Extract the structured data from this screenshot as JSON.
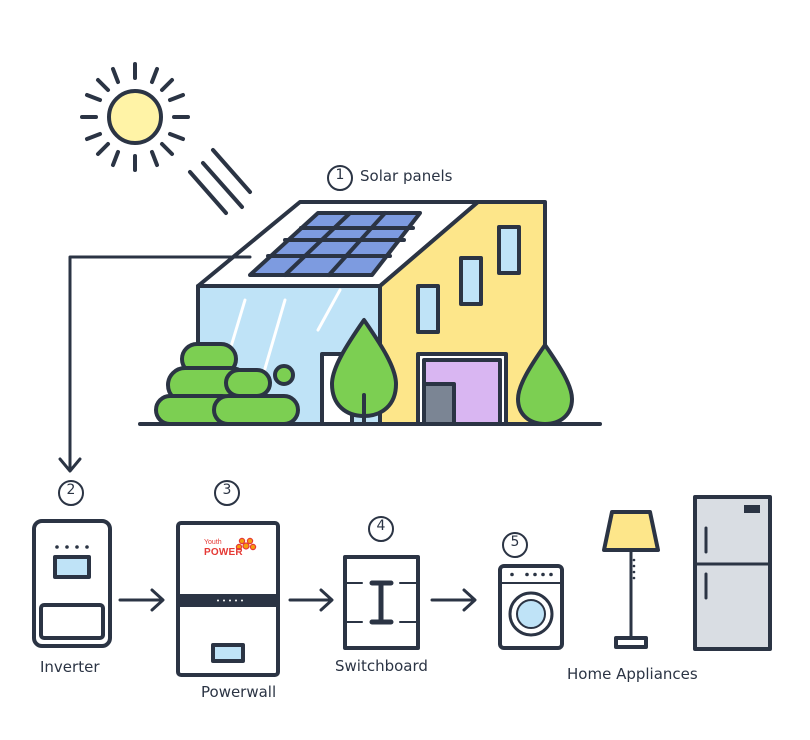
{
  "steps": [
    {
      "num": "1",
      "label": "Solar panels"
    },
    {
      "num": "2",
      "label": "Inverter"
    },
    {
      "num": "3",
      "label": "Powerwall"
    },
    {
      "num": "4",
      "label": "Switchboard"
    },
    {
      "num": "5",
      "label": "Home Appliances"
    }
  ],
  "brand": {
    "line1": "Youth",
    "line2": "POWER"
  },
  "colors": {
    "outline": "#2b3444",
    "sun": "#fff3a6",
    "house_wall_yellow": "#fde68a",
    "house_wall_blue": "#bfe3f7",
    "panel": "#7d9be0",
    "tree_green": "#7ccf52",
    "door_purple": "#d9b6f2",
    "brand_red": "#e53935",
    "screen_blue": "#bfe3f7",
    "fridge_gray": "#d9dde3"
  }
}
